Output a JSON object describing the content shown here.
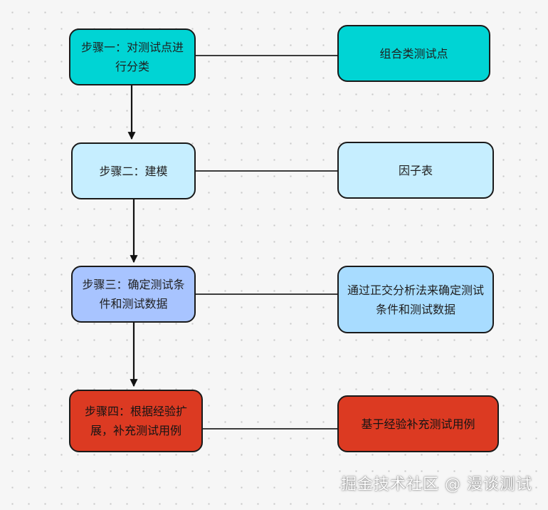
{
  "steps": [
    {
      "text": "步骤一：对测试点进行分类",
      "color": "#00d4d4"
    },
    {
      "text": "步骤二：建模",
      "color": "#c6eeff"
    },
    {
      "text": "步骤三：确定测试条件和测试数据",
      "color": "#a8c4ff"
    },
    {
      "text": "步骤四：根据经验扩展，补充测试用例",
      "color": "#dc3a22"
    }
  ],
  "results": [
    {
      "text": "组合类测试点",
      "color": "#00d4d4"
    },
    {
      "text": "因子表",
      "color": "#c6eeff"
    },
    {
      "text": "通过正交分析法来确定测试条件和测试数据",
      "color": "#a8dcff"
    },
    {
      "text": "基于经验补充测试用例",
      "color": "#dc3a22"
    }
  ],
  "watermark": "掘金技术社区 @ 漫谈测试"
}
